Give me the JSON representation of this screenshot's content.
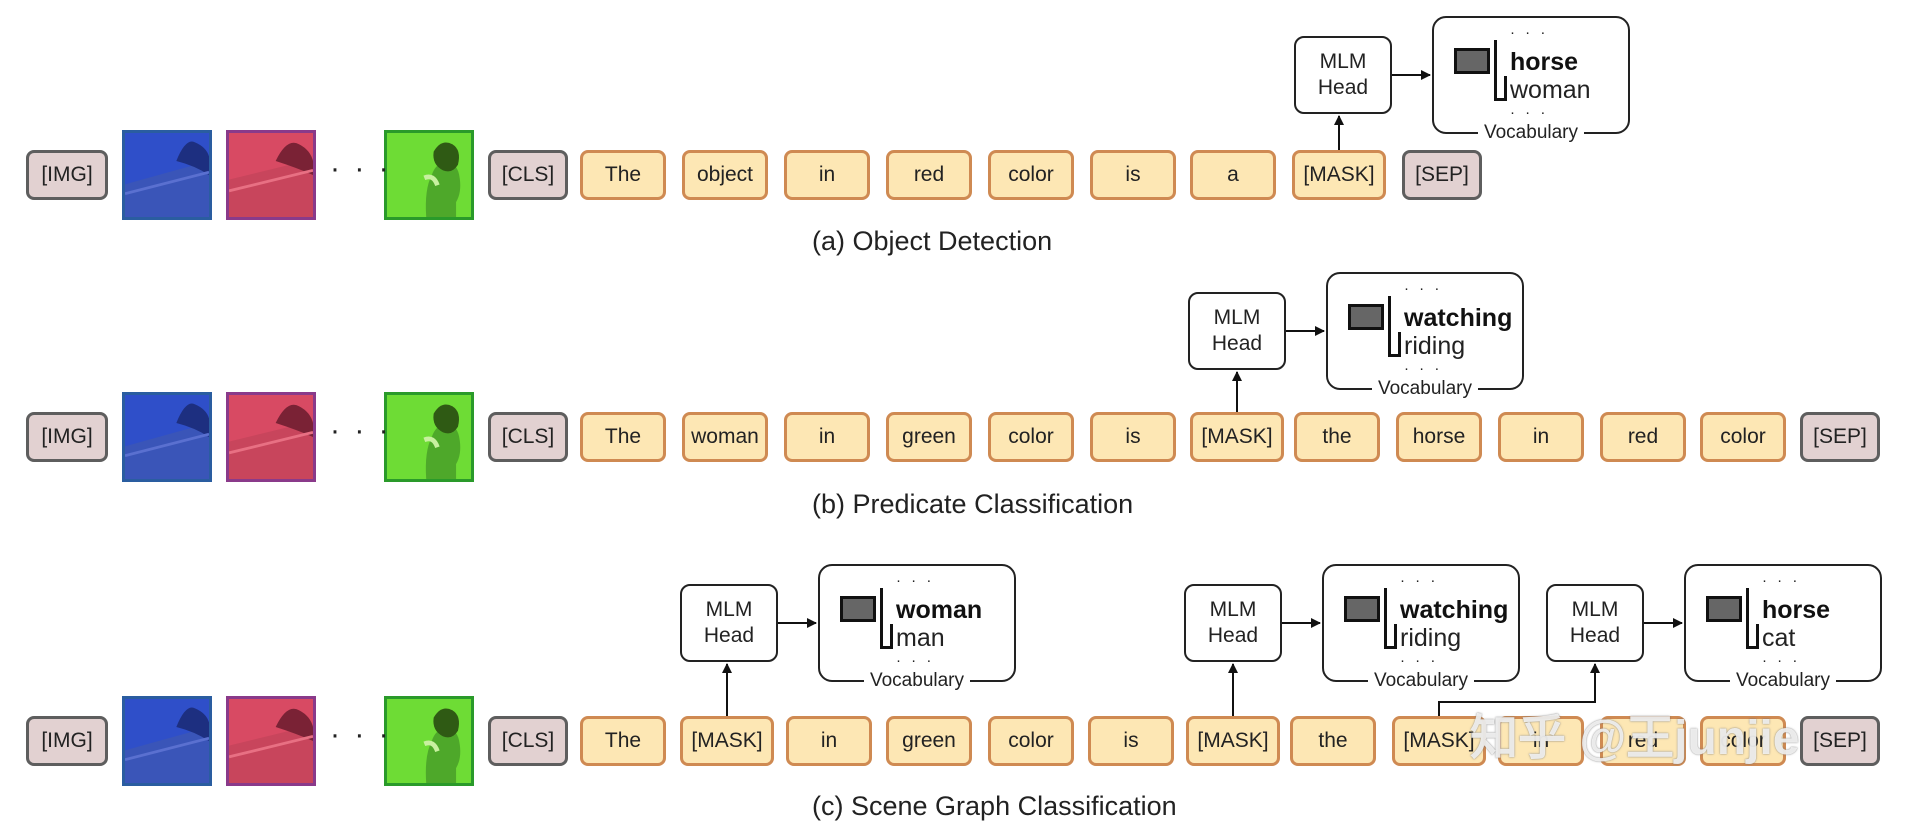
{
  "colors": {
    "word_fill": "#fde7b4",
    "word_border": "#cf8a52",
    "special_fill": "#e2d1d1",
    "special_border": "#5e5e5e",
    "patch_blue": "#2f4fc9",
    "patch_red": "#d84a63",
    "patch_green": "#6edc35",
    "patch_blue_border": "#2a5da0",
    "patch_red_border": "#8a3a8a",
    "patch_green_border": "#2a9a2a"
  },
  "image_patches": [
    {
      "name": "patch-blue-horse",
      "color": "blue"
    },
    {
      "name": "patch-red-horse",
      "color": "red"
    },
    {
      "name": "patch-green-woman",
      "color": "green"
    }
  ],
  "ellipsis": "· · ·",
  "mlm_head": {
    "line1": "MLM",
    "line2": "Head"
  },
  "vocab_label": "Vocabulary",
  "vocab_dots": "· · ·",
  "panels": [
    {
      "caption": "(a) Object Detection",
      "img_token": "[IMG]",
      "tokens": [
        "[CLS]",
        "The",
        "object",
        "in",
        "red",
        "color",
        "is",
        "a",
        "[MASK]",
        "[SEP]"
      ],
      "predictions": [
        {
          "top": "horse",
          "second": "woman"
        }
      ]
    },
    {
      "caption": "(b) Predicate Classification",
      "img_token": "[IMG]",
      "tokens": [
        "[CLS]",
        "The",
        "woman",
        "in",
        "green",
        "color",
        "is",
        "[MASK]",
        "the",
        "horse",
        "in",
        "red",
        "color",
        "[SEP]"
      ],
      "predictions": [
        {
          "top": "watching",
          "second": "riding"
        }
      ]
    },
    {
      "caption": "(c) Scene Graph Classification",
      "img_token": "[IMG]",
      "tokens": [
        "[CLS]",
        "The",
        "[MASK]",
        "in",
        "green",
        "color",
        "is",
        "[MASK]",
        "the",
        "[MASK]",
        "in",
        "red",
        "color",
        "[SEP]"
      ],
      "predictions": [
        {
          "top": "woman",
          "second": "man"
        },
        {
          "top": "watching",
          "second": "riding"
        },
        {
          "top": "horse",
          "second": "cat"
        }
      ]
    }
  ],
  "watermark": "知乎 @王junjie"
}
